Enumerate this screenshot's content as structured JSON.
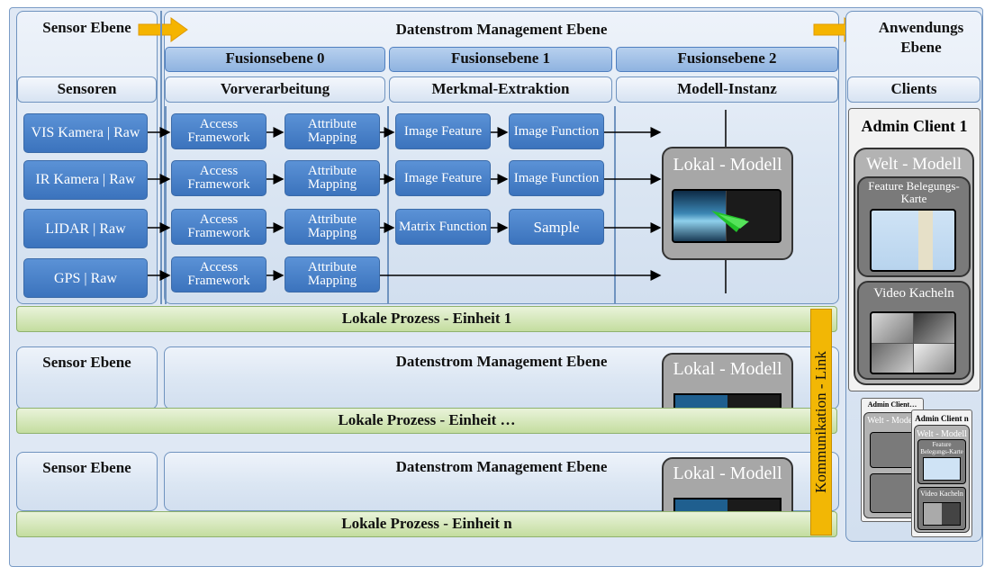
{
  "sensor_header": "Sensor Ebene",
  "dsm_header": "Datenstrom Management Ebene",
  "app_header": "Anwendungs Ebene",
  "fusion": [
    "Fusionsebene 0",
    "Fusionsebene 1",
    "Fusionsebene 2"
  ],
  "subheaders": {
    "sensoren": "Sensoren",
    "vorverarbeitung": "Vorverarbeitung",
    "merkmal": "Merkmal-Extraktion",
    "modell_instanz": "Modell-Instanz",
    "clients": "Clients"
  },
  "sensors": [
    "VIS Kamera | Raw",
    "IR Kamera | Raw",
    "LIDAR | Raw",
    "GPS | Raw"
  ],
  "access": "Access Framework",
  "attribute": "Attribute Mapping",
  "features": [
    "Image Feature",
    "Image Feature",
    "Matrix Function"
  ],
  "functions": [
    "Image Function",
    "Image Function",
    "Sample"
  ],
  "lokal_modell": "Lokal - Modell",
  "lpe": [
    "Lokale Prozess - Einheit 1",
    "Lokale Prozess - Einheit …",
    "Lokale Prozess - Einheit n"
  ],
  "komm_link": "Kommunikation - Link",
  "admin_client_1": "Admin Client 1",
  "welt_modell": "Welt - Modell",
  "feature_karte": "Feature Belegungs-Karte",
  "video_kacheln": "Video Kacheln",
  "admin_client_small": "Admin Client…",
  "admin_client_n": "Admin Client n",
  "colors": {
    "arrow_yellow": "#f5b400",
    "block_blue": "#4a82c8",
    "band_green": "#c4dd9f",
    "link_yellow": "#f2b705"
  }
}
